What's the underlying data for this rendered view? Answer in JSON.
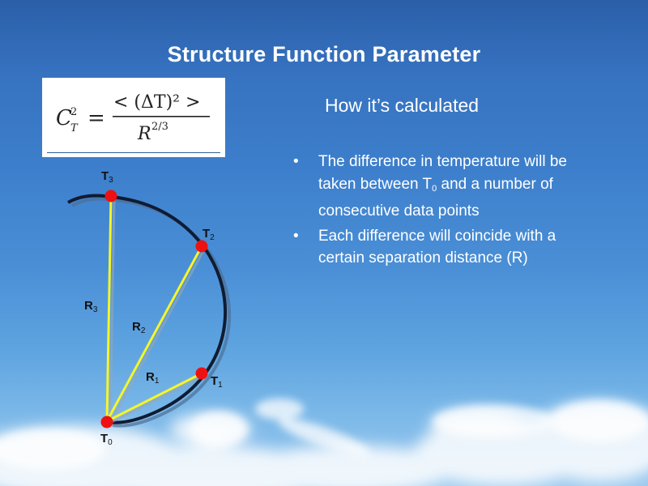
{
  "slide": {
    "title": "Structure Function Parameter",
    "subtitle": "How it’s calculated",
    "formula": {
      "lhs": "C",
      "lhs_sub": "T",
      "lhs_sup": "2",
      "equals": "=",
      "numerator": "< (ΔT)² >",
      "denominator_base": "R",
      "denominator_exp": "2/3"
    },
    "bullets": [
      {
        "marker": "•",
        "text_before": "The difference in temperature will be taken between T",
        "sub": "0",
        "text_after": " and a number of consecutive data points"
      },
      {
        "marker": "•",
        "text": "Each difference will coincide with a certain separation distance (R)"
      }
    ],
    "diagram": {
      "points": [
        {
          "label": "T",
          "sub": "0"
        },
        {
          "label": "T",
          "sub": "1"
        },
        {
          "label": "T",
          "sub": "2"
        },
        {
          "label": "T",
          "sub": "3"
        }
      ],
      "radii": [
        {
          "label": "R",
          "sub": "1"
        },
        {
          "label": "R",
          "sub": "2"
        },
        {
          "label": "R",
          "sub": "3"
        }
      ],
      "colors": {
        "point": "#ee1111",
        "radius": "#f5f52a",
        "arc": "#0f1c33"
      }
    }
  }
}
